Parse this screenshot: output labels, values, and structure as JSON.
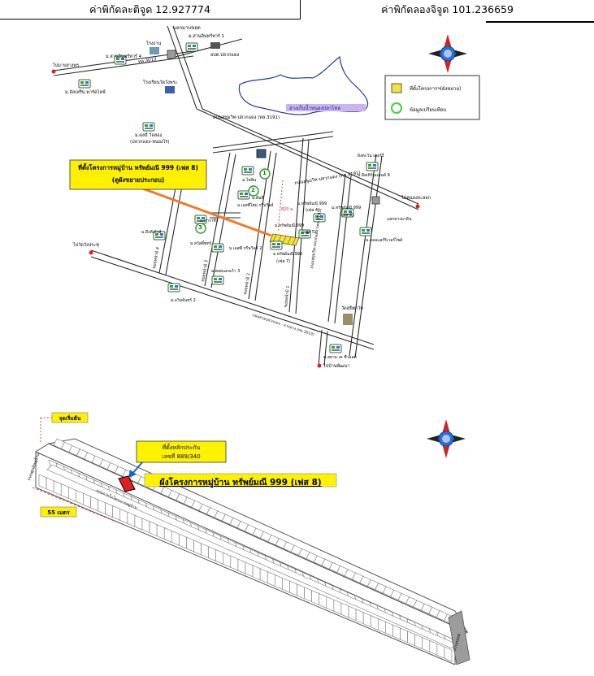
{
  "coordinates": {
    "latitude_label": "ค่าพิกัดละติจูด 12.927774",
    "longitude_label": "ค่าพิกัดลองจิจูด 101.236659"
  },
  "location_map": {
    "labels": {
      "junction_top": "แยกมาบขอด",
      "school": "โรงงาน",
      "village_sawan_1": "ม.สวนอินทร์ทวร์ 1",
      "village_sawan_4": "ม.สวนอินทร์ทวร์ 4",
      "district_office": "อบต.ปลวกแดง",
      "to_rayong_city": "ไปมาบยางพร",
      "road_3013": "ทล.3013",
      "village_moonrak": "ม.อัลเฟรีน พาร์คไลฟ์",
      "school_wat": "โรงเรียนวัดวังพระ",
      "reservoir": "อ่างเก็บน้ำหนองปลาไหล",
      "road_sukhumvit_upper": "ถนนสุขุมวิท-ปลวกแดง (ทล.3191)",
      "village_kandee": "ม.ดลธี วิลล่อง",
      "village_kandee_sub": "(ปลวกแดง-หนองไร่)",
      "project_site_line1": "ที่ตั้งโครงการหมู่บ้าน ทรัพย์มณี 999 (เฟส 8)",
      "project_site_line2": "(ดูผังขยายประกอบ)",
      "road_sukhumvit_lower": "ถนนสุขุมวิท-ปลวกแดง (ทล.3191)",
      "village_1": "ม.ไพลิน",
      "village_2a": "ม.ดีมดี",
      "village_2b": "ม.เอสพีไฮม กรีนวิลล์",
      "village_3": "ม.ดาราทิว",
      "village_kaew": "ม.ดีงดีเก้าส์",
      "village_sawat": "ม.สวัสดิ์พทร์",
      "village_esp2": "ม.เอสพี กรีนวิลล์ 2",
      "village_suk3": "ม.ตอยแดงเก้า 3",
      "village_999_4": "ม.ทรัพย์มณี 999",
      "village_999_4_sub": "(เฟส 4)",
      "village_999_3": "ม.ทรัพย์มณี 999",
      "village_999_3_sub": "(เฟส 3)",
      "village_999_5": "ม.ทรัพย์มณี 999",
      "village_999_5_sub": "(เฟส 5)",
      "village_999_7": "ม.ทรัพย์มณี 999",
      "village_999_7_sub": "(เฟส 7)",
      "distance": "820 ม.",
      "village_erawan": "อิงตะวัน เดอร์รี่",
      "village_asia9": "ม.อีสเทิร์นแลนด์ 9",
      "to_nong_lalok": "ไปหนองละลอก",
      "junction_mabtaphut": "แยกทางมาดิน",
      "village_ideal": "ม.ดอลแลร์ริเวอร์ไซด์",
      "road_sukhumvit_vertical": "ถนนสุขุมวิท-ปลวกแดง (ทล.3191)",
      "to_wat_pracha": "ไปวัดวังประทุ่",
      "soi_4": "ซอยหน้ามิ 4",
      "soi_3": "ซอยหน้ามิ 3",
      "soi_2": "ซอยหน้ามิ 2",
      "soi_1": "ซอยหน้ามิ 1",
      "village_wangchan": "ม.อวิลจันทร์ 2",
      "road_bottom": "ถนนสายปลวกแดง - มาบยาง (ทล.3013)",
      "wat": "วัดสุขิตาวัด",
      "village_stamp": "ม.สยาม เค ซีวอลด์",
      "to_pattaya": "ไปบ้านพัฒนา"
    },
    "markers": [
      "1",
      "2",
      "3"
    ],
    "legend": {
      "project_site": "ที่ตั้งโครงการฯ(ผังขยาย)",
      "reference_data": "ข้อมูลเปรียบเทียบ"
    },
    "colors": {
      "project_fill": "#f5e142",
      "legend_circle": "#3fd23b",
      "reservoir": "#c9b4f0",
      "site_box": "#fff000",
      "leader_line": "#f07a28",
      "route_dot": "#e51c1c"
    }
  },
  "site_plan": {
    "starting_point": "จุดเริ่มต้น",
    "plot_box_line1": "ที่ตั้งหลักประกัน",
    "plot_box_line2": "เลขที่ 889/340",
    "project_title": "ผังโครงการหมู่บ้าน ทรัพย์มณี 999 (เฟส 8)",
    "distance": "55 เมตร",
    "road_main": "ถนนศูนย์หมู่บ้าน",
    "road_inner": "ถนนภายในโครงการหมู่บ้าน",
    "park": "สวนหย่อม",
    "colors": {
      "plot": "#e02020",
      "title_bg": "#fff200",
      "arrow": "#1b62c8"
    }
  },
  "compass_icons": [
    "compass-rose-icon",
    "compass-rose-icon"
  ]
}
